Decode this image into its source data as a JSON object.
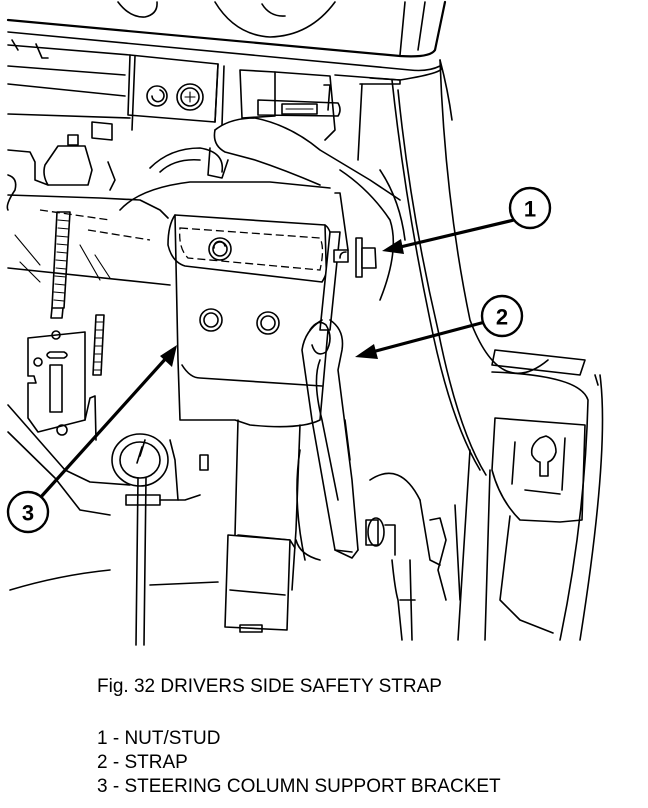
{
  "figure": {
    "number": "32",
    "caption": "Fig. 32 DRIVERS SIDE SAFETY STRAP",
    "callouts": [
      {
        "id": "1",
        "label": "1"
      },
      {
        "id": "2",
        "label": "2"
      },
      {
        "id": "3",
        "label": "3"
      }
    ],
    "legend": [
      {
        "id": "1",
        "text": "1 - NUT/STUD"
      },
      {
        "id": "2",
        "text": "2 - STRAP"
      },
      {
        "id": "3",
        "text": "3 - STEERING COLUMN SUPPORT BRACKET"
      }
    ],
    "colors": {
      "line": "#000000",
      "background": "#ffffff"
    }
  }
}
